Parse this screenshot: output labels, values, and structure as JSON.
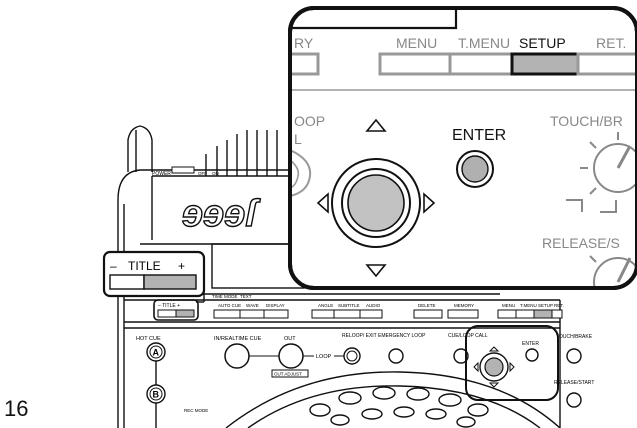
{
  "page": {
    "number": "16"
  },
  "device": {
    "logo": "ɘɘɘſ",
    "power_label": "POWER",
    "power_off_label": "OFF",
    "power_on_label": "ON",
    "time_mode_label": "TIME MODE",
    "text_label": "TEXT",
    "buttons_row": {
      "auto_cue": "AUTO CUE",
      "wave": "WAVE",
      "display": "DISPLAY",
      "angle": "ANGLE",
      "subtitle": "SUBTITLE",
      "audio": "AUDIO",
      "delete": "DELETE",
      "memory": "MEMORY",
      "menu": "MENU",
      "t_menu": "T.MENU",
      "setup": "SETUP",
      "ret": "RET."
    },
    "title_small": "– TITLE +",
    "hot_cue": "HOT CUE",
    "hot_cue_a": "A",
    "hot_cue_b": "B",
    "rec_mode": "REC MODE",
    "in_realtime_cue": "IN/REALTIME CUE",
    "out": "OUT",
    "out_adjust": "OUT ADJUST",
    "loop": "LOOP",
    "reloop_exit": "RELOOP/ EXIT",
    "emergency_loop": "EMERGENCY LOOP",
    "cue_loop_call": "CUE/LOOP CALL",
    "enter_small": "ENTER",
    "touch_brake_small": "TOUCH/BRAKE",
    "release_start_small": "RELEASE/START"
  },
  "title_callout": {
    "minus": "–",
    "label": "TITLE",
    "plus": "+"
  },
  "zoom_callout": {
    "tabs": [
      "RY",
      "MENU",
      "T.MENU",
      "SETUP",
      "RET."
    ],
    "highlighted_tab": "SETUP",
    "loop_call_fragment_1": "OOP",
    "loop_call_fragment_2": "L",
    "enter_label": "ENTER",
    "touch_brake_label": "TOUCH/BR",
    "release_start_label": "RELEASE/S"
  },
  "colors": {
    "highlight": "#b3b3b3",
    "button_fill": "#bdbdbd",
    "line": "#111111"
  }
}
